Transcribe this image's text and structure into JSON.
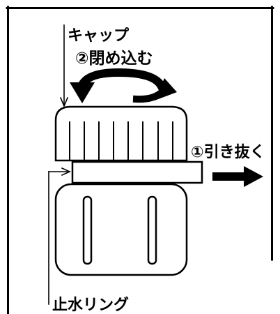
{
  "diagram": {
    "labels": {
      "cap": "キャップ",
      "step_close": "②閉め込む",
      "step_pull": "①引き抜く",
      "seal_ring": "止水リング"
    },
    "icons": {
      "rotation": "rotation-arrow-icon",
      "pull": "pull-right-arrow-icon"
    },
    "colors": {
      "ink": "#000000",
      "background": "#ffffff"
    }
  }
}
